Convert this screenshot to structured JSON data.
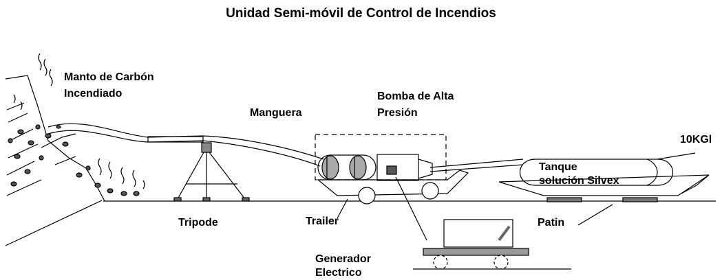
{
  "title": "Unidad Semi-móvil de Control de Incendios",
  "labels": {
    "coal_line1": "Manto de Carbón",
    "coal_line2": "Incendiado",
    "hose": "Manguera",
    "pump_line1": "Bomba de Alta",
    "pump_line2": "Presión",
    "tank_size": "10KGl",
    "tank_line1": "Tanque",
    "tank_line2": "solución Silvex",
    "tripod": "Tripode",
    "trailer": "Trailer",
    "skid": "Patin",
    "gen_line1": "Generador",
    "gen_line2": "Electrico"
  }
}
